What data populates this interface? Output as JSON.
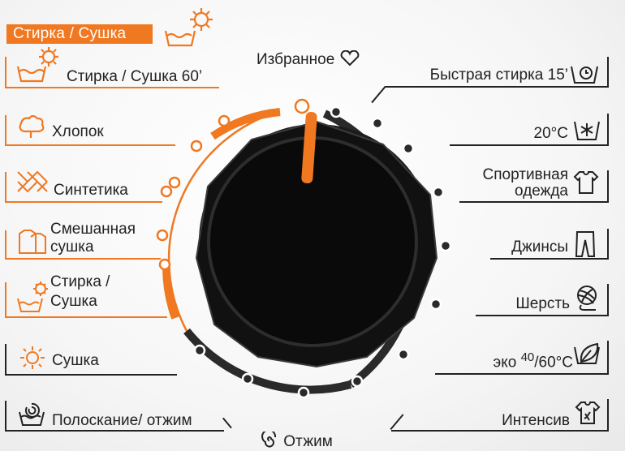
{
  "header": {
    "title": "Стирка / Сушка"
  },
  "favorite": {
    "label": "Избранное",
    "icon": "heart-icon"
  },
  "spin": {
    "label": "Отжим",
    "icon": "spiral-icon"
  },
  "left_programs": [
    {
      "label": "Стирка / Сушка 60’",
      "icon": "wash-dry-icon",
      "accent": true
    },
    {
      "label": "Хлопок",
      "icon": "cotton-icon",
      "accent": false
    },
    {
      "label": "Синтетика",
      "icon": "synthetic-icon",
      "accent": false
    },
    {
      "label_line1": "Смешанная",
      "label_line2": "сушка",
      "icon": "mixed-dry-icon",
      "accent": false
    },
    {
      "label_line1": "Стирка /",
      "label_line2": "Сушка",
      "icon": "wash-dry-icon",
      "accent": true
    },
    {
      "label": "Сушка",
      "icon": "sun-icon",
      "accent": false
    },
    {
      "label": "Полоскание/ отжим",
      "icon": "rinse-spin-icon",
      "accent": false
    }
  ],
  "right_programs": [
    {
      "label": "Быстрая стирка 15’",
      "icon": "timer-icon"
    },
    {
      "label": "20°C",
      "icon": "snowflake-icon"
    },
    {
      "label_line1": "Спортивная",
      "label_line2": "одежда",
      "icon": "sportswear-icon"
    },
    {
      "label": "Джинсы",
      "icon": "jeans-icon"
    },
    {
      "label": "Шерсть",
      "icon": "wool-icon"
    },
    {
      "label_prefix": "эко",
      "sup1": "40",
      "slash": "/",
      "label_suffix": "60°C",
      "icon": "eco-leaf-icon"
    },
    {
      "label": "Интенсив",
      "icon": "intensive-shirt-icon"
    }
  ],
  "colors": {
    "accent": "#f07820",
    "ink": "#222222",
    "knob": "#0c0c0c"
  }
}
